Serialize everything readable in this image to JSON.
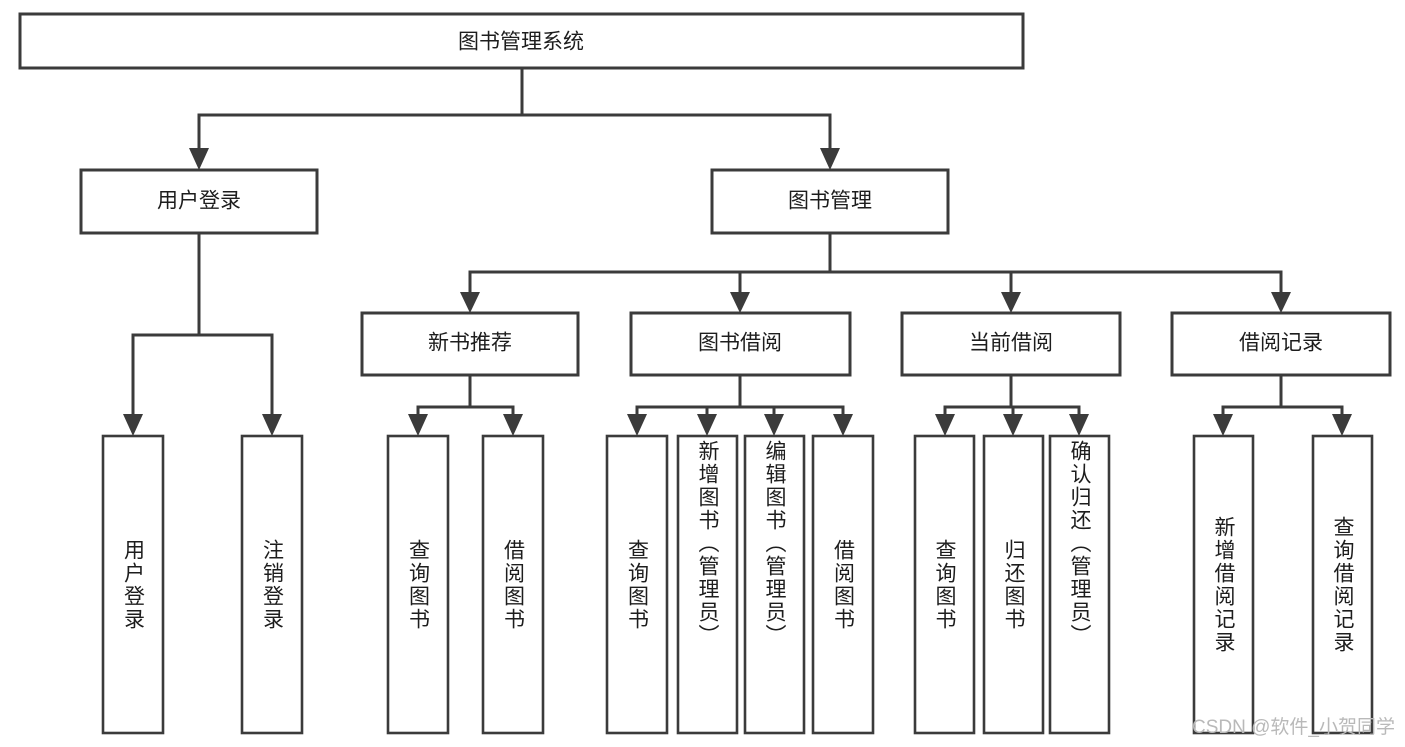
{
  "diagram": {
    "type": "tree",
    "title": "图书管理系统",
    "watermark": "CSDN @软件_小贺同学",
    "colors": {
      "box_stroke": "#3b3b3b",
      "box_fill": "#ffffff",
      "text": "#1d1d1d",
      "background": "#ffffff",
      "watermark": "#b9b9b9"
    },
    "root": {
      "label": "图书管理系统"
    },
    "level2": [
      {
        "label": "用户登录"
      },
      {
        "label": "图书管理"
      }
    ],
    "level3": [
      {
        "label": "新书推荐"
      },
      {
        "label": "图书借阅"
      },
      {
        "label": "当前借阅"
      },
      {
        "label": "借阅记录"
      }
    ],
    "leaves": {
      "user_login": [
        {
          "label": "用户登录"
        },
        {
          "label": "注销登录"
        }
      ],
      "new_book_recommend": [
        {
          "label": "查询图书"
        },
        {
          "label": "借阅图书"
        }
      ],
      "book_borrow": [
        {
          "label": "查询图书"
        },
        {
          "label": "新增图书（管理员）"
        },
        {
          "label": "编辑图书（管理员）"
        },
        {
          "label": "借阅图书"
        }
      ],
      "current_borrow": [
        {
          "label": "查询图书"
        },
        {
          "label": "归还图书"
        },
        {
          "label": "确认归还（管理员）"
        }
      ],
      "borrow_records": [
        {
          "label": "新增借阅记录"
        },
        {
          "label": "查询借阅记录"
        }
      ]
    }
  }
}
